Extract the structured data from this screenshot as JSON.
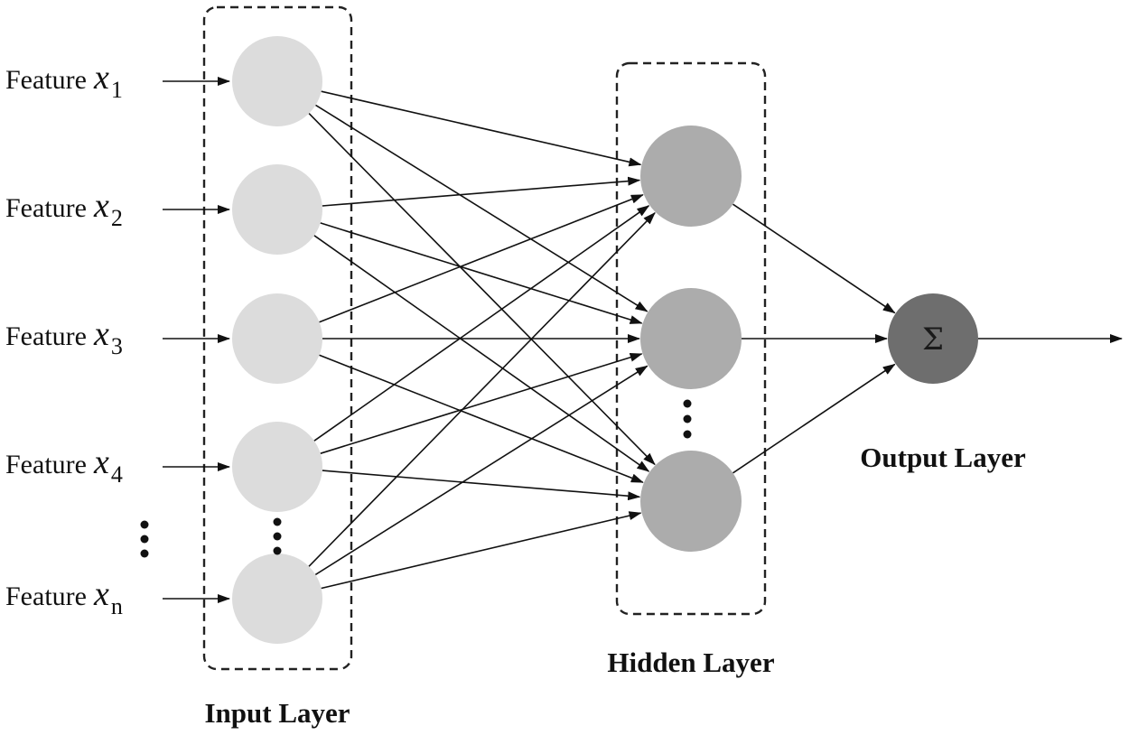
{
  "features": [
    {
      "word": "Feature",
      "var": "x",
      "sub": "1"
    },
    {
      "word": "Feature",
      "var": "x",
      "sub": "2"
    },
    {
      "word": "Feature",
      "var": "x",
      "sub": "3"
    },
    {
      "word": "Feature",
      "var": "x",
      "sub": "4"
    },
    {
      "word": "Feature",
      "var": "x",
      "sub": "n"
    }
  ],
  "layers": {
    "input": "Input Layer",
    "hidden": "Hidden Layer",
    "output": "Output Layer"
  },
  "output_symbol": "Σ",
  "colors": {
    "input_node": "#dcdcdc",
    "hidden_node": "#acacac",
    "output_node": "#6e6e6e",
    "line": "#111111"
  }
}
